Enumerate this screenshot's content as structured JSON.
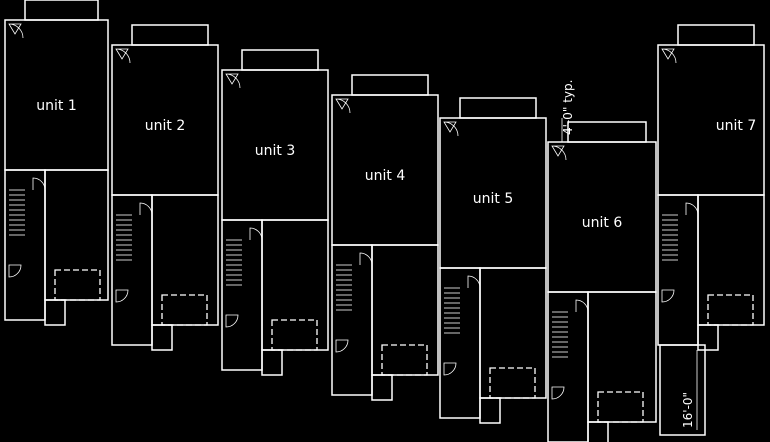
{
  "units": [
    {
      "label": "unit 1"
    },
    {
      "label": "unit 2"
    },
    {
      "label": "unit 3"
    },
    {
      "label": "unit 4"
    },
    {
      "label": "unit 5"
    },
    {
      "label": "unit 6"
    },
    {
      "label": "unit 7"
    }
  ],
  "dimensions": {
    "offset": "4'-0\" typ.",
    "garage_depth": "16'-0\""
  },
  "colors": {
    "background": "#000000",
    "lines": "#ffffff"
  }
}
